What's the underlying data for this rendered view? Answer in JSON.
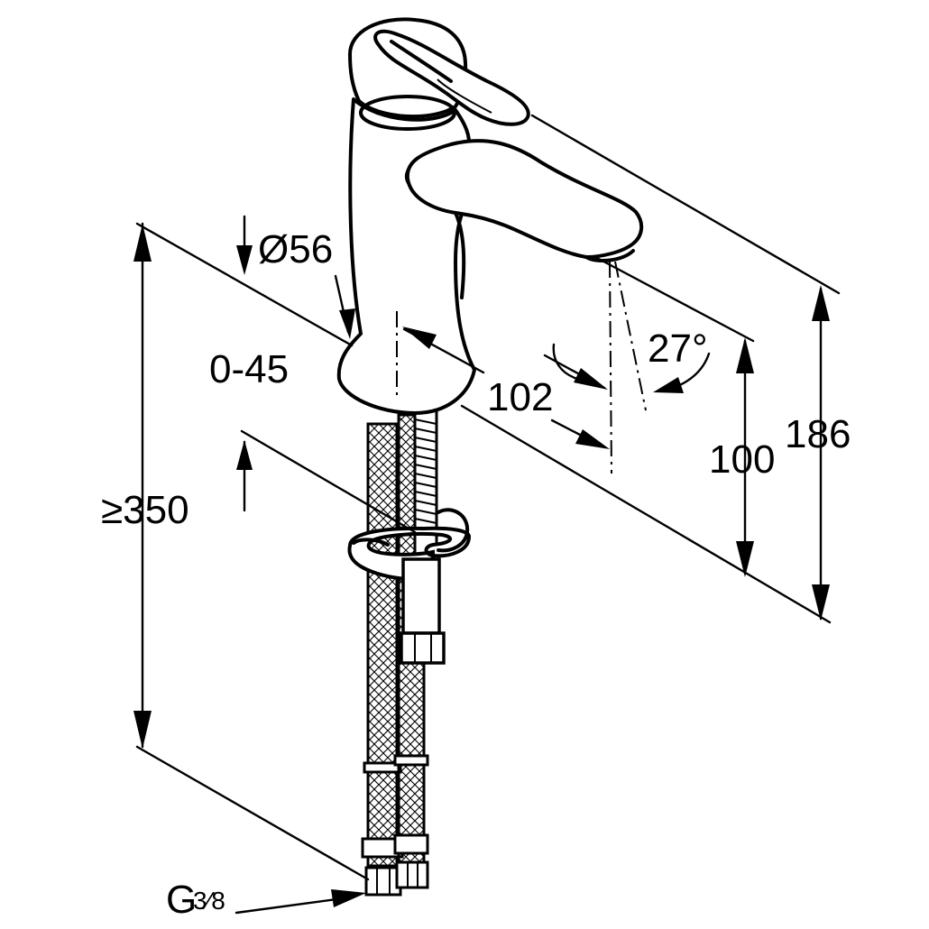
{
  "dimensions": {
    "diameter": "Ø56",
    "range": "0-45",
    "reach": "102",
    "angle": "27°",
    "spout_height": "100",
    "total_height": "186",
    "hose_length": "≥350",
    "thread": "G",
    "thread_fraction": "3⁄8"
  }
}
